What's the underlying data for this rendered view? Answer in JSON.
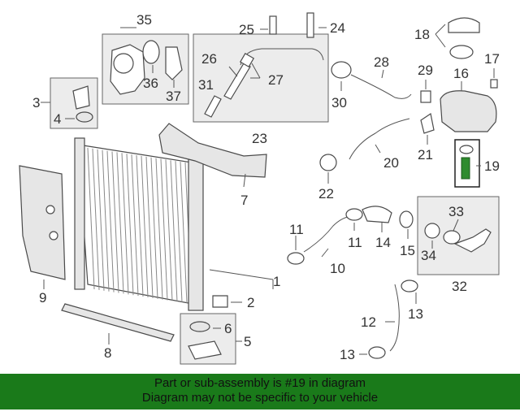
{
  "callouts": {
    "n1": "1",
    "n2": "2",
    "n3": "3",
    "n4": "4",
    "n5": "5",
    "n6": "6",
    "n7": "7",
    "n8": "8",
    "n9": "9",
    "n10": "10",
    "n11a": "11",
    "n11b": "11",
    "n12": "12",
    "n13a": "13",
    "n13b": "13",
    "n14": "14",
    "n15": "15",
    "n16": "16",
    "n17": "17",
    "n18": "18",
    "n19": "19",
    "n20": "20",
    "n21": "21",
    "n22": "22",
    "n23": "23",
    "n24": "24",
    "n25": "25",
    "n26": "26",
    "n27": "27",
    "n28": "28",
    "n29": "29",
    "n30": "30",
    "n31": "31",
    "n32": "32",
    "n33": "33",
    "n34": "34",
    "n35": "35",
    "n36": "36",
    "n37": "37"
  },
  "banner": {
    "line1": "Part or sub-assembly is #19 in diagram",
    "line2": "Diagram may not be specific to your vehicle"
  },
  "colors": {
    "banner_bg": "#1a7a1a",
    "highlight_part": "#2e8b2e"
  }
}
